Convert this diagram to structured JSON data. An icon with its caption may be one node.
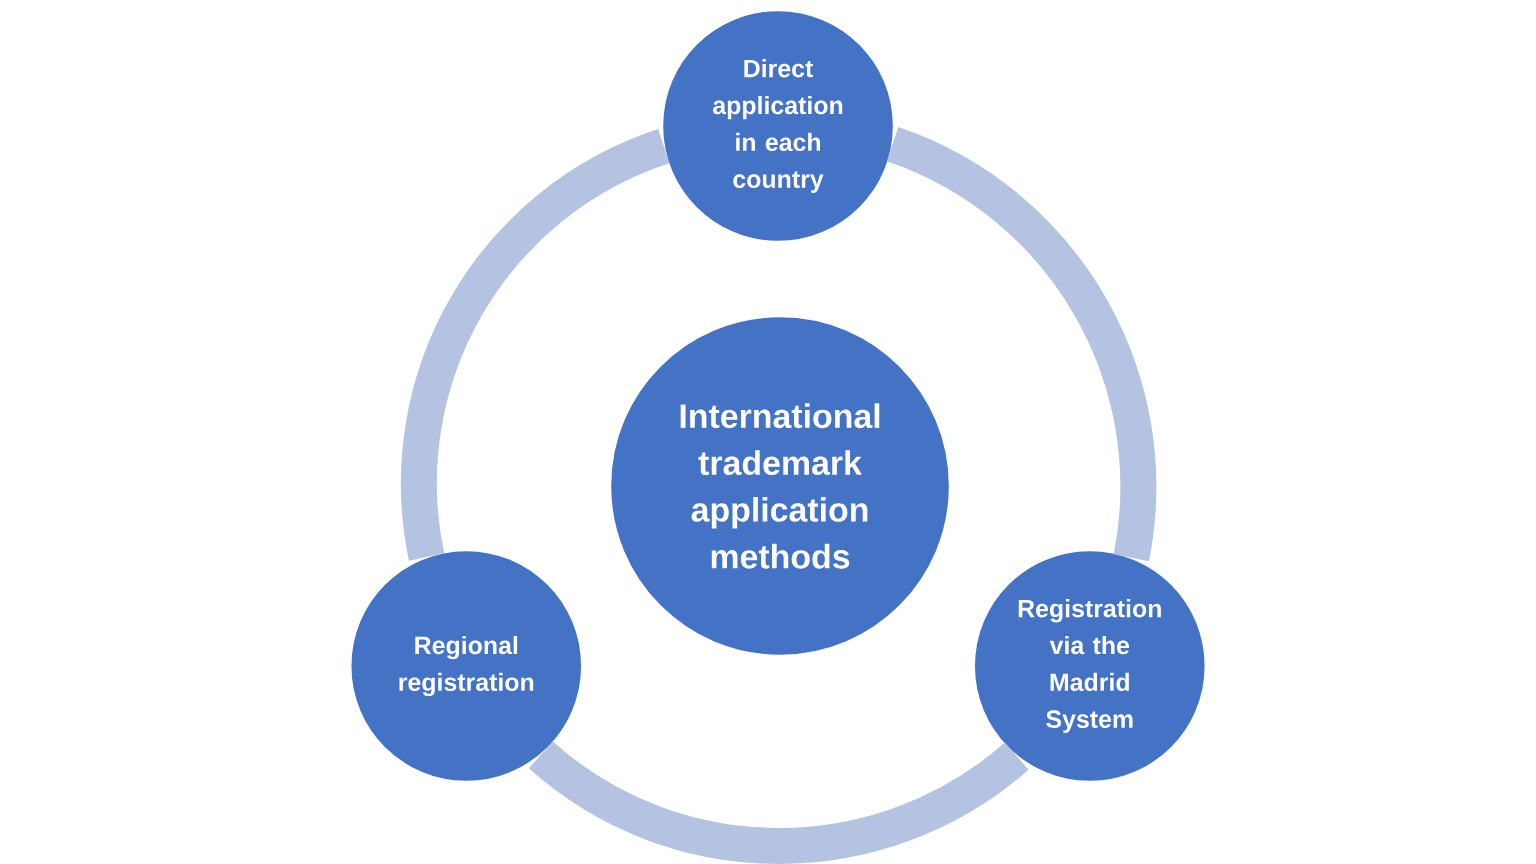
{
  "diagram": {
    "nodes": [
      {
        "text": [
          "Direct application in each country"
        ]
      },
      {
        "text": [
          "International trademark application methods"
        ]
      },
      {
        "text": [
          "Regional registration"
        ]
      },
      {
        "text": [
          "Registration via the Madrid System"
        ]
      }
    ],
    "edges": [
      {
        "from": 0,
        "to": 3,
        "arrow": "none"
      },
      {
        "from": 3,
        "to": 2,
        "arrow": "none"
      },
      {
        "from": 2,
        "to": 0,
        "arrow": "none"
      }
    ]
  }
}
